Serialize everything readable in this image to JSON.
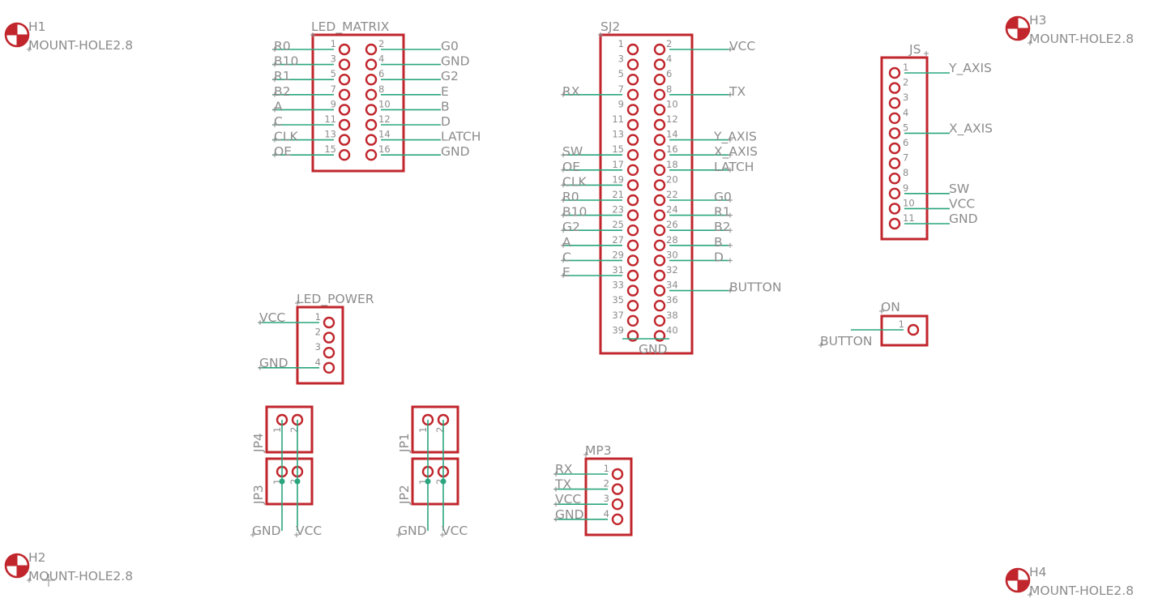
{
  "schematic": {
    "led_matrix": {
      "name": "LED_MATRIX",
      "pins": [
        {
          "num": "1",
          "net": "R0"
        },
        {
          "num": "2",
          "net": "G0"
        },
        {
          "num": "3",
          "net": "B10"
        },
        {
          "num": "4",
          "net": "GND"
        },
        {
          "num": "5",
          "net": "R1"
        },
        {
          "num": "6",
          "net": "G2"
        },
        {
          "num": "7",
          "net": "B2"
        },
        {
          "num": "8",
          "net": "E"
        },
        {
          "num": "9",
          "net": "A"
        },
        {
          "num": "10",
          "net": "B"
        },
        {
          "num": "11",
          "net": "C"
        },
        {
          "num": "12",
          "net": "D"
        },
        {
          "num": "13",
          "net": "CLK"
        },
        {
          "num": "14",
          "net": "LATCH"
        },
        {
          "num": "15",
          "net": "OE"
        },
        {
          "num": "16",
          "net": "GND"
        }
      ]
    },
    "sj2": {
      "name": "SJ2",
      "pins": [
        {
          "num": "1",
          "net": ""
        },
        {
          "num": "2",
          "net": "VCC"
        },
        {
          "num": "3",
          "net": ""
        },
        {
          "num": "4",
          "net": ""
        },
        {
          "num": "5",
          "net": ""
        },
        {
          "num": "6",
          "net": ""
        },
        {
          "num": "7",
          "net": "RX"
        },
        {
          "num": "8",
          "net": "TX"
        },
        {
          "num": "9",
          "net": ""
        },
        {
          "num": "10",
          "net": ""
        },
        {
          "num": "11",
          "net": ""
        },
        {
          "num": "12",
          "net": ""
        },
        {
          "num": "13",
          "net": ""
        },
        {
          "num": "14",
          "net": "Y_AXIS"
        },
        {
          "num": "15",
          "net": "SW"
        },
        {
          "num": "16",
          "net": "X_AXIS"
        },
        {
          "num": "17",
          "net": "OE"
        },
        {
          "num": "18",
          "net": "LATCH"
        },
        {
          "num": "19",
          "net": "CLK"
        },
        {
          "num": "20",
          "net": ""
        },
        {
          "num": "21",
          "net": "R0"
        },
        {
          "num": "22",
          "net": "G0"
        },
        {
          "num": "23",
          "net": "B10"
        },
        {
          "num": "24",
          "net": "R1"
        },
        {
          "num": "25",
          "net": "G2"
        },
        {
          "num": "26",
          "net": "B2"
        },
        {
          "num": "27",
          "net": "A"
        },
        {
          "num": "28",
          "net": "B"
        },
        {
          "num": "29",
          "net": "C"
        },
        {
          "num": "30",
          "net": "D"
        },
        {
          "num": "31",
          "net": "E"
        },
        {
          "num": "32",
          "net": ""
        },
        {
          "num": "33",
          "net": ""
        },
        {
          "num": "34",
          "net": "BUTTON"
        },
        {
          "num": "35",
          "net": ""
        },
        {
          "num": "36",
          "net": ""
        },
        {
          "num": "37",
          "net": ""
        },
        {
          "num": "38",
          "net": ""
        },
        {
          "num": "39",
          "net": ""
        },
        {
          "num": "40",
          "net": ""
        }
      ],
      "gnd_net": "GND"
    },
    "js": {
      "name": "JS",
      "pins": [
        {
          "num": "1",
          "net": "Y_AXIS"
        },
        {
          "num": "2",
          "net": ""
        },
        {
          "num": "3",
          "net": ""
        },
        {
          "num": "4",
          "net": ""
        },
        {
          "num": "5",
          "net": "X_AXIS"
        },
        {
          "num": "6",
          "net": ""
        },
        {
          "num": "7",
          "net": ""
        },
        {
          "num": "8",
          "net": ""
        },
        {
          "num": "9",
          "net": "SW"
        },
        {
          "num": "10",
          "net": "VCC"
        },
        {
          "num": "11",
          "net": "GND"
        }
      ]
    },
    "led_power": {
      "name": "LED_POWER",
      "pins": [
        {
          "num": "1",
          "net": "VCC"
        },
        {
          "num": "2",
          "net": ""
        },
        {
          "num": "3",
          "net": ""
        },
        {
          "num": "4",
          "net": "GND"
        }
      ]
    },
    "on_switch": {
      "name": "ON",
      "pins": [
        {
          "num": "1",
          "net": "BUTTON"
        }
      ]
    },
    "mp3": {
      "name": "MP3",
      "pins": [
        {
          "num": "1",
          "net": "RX"
        },
        {
          "num": "2",
          "net": "TX"
        },
        {
          "num": "3",
          "net": "VCC"
        },
        {
          "num": "4",
          "net": "GND"
        }
      ]
    },
    "jumpers": [
      {
        "name": "JP4",
        "pin1": "1",
        "pin2": "2"
      },
      {
        "name": "JP3",
        "pin1": "1",
        "pin2": "2"
      },
      {
        "name": "JP1",
        "pin1": "1",
        "pin2": "2"
      },
      {
        "name": "JP2",
        "pin1": "1",
        "pin2": "2"
      }
    ],
    "jumper_nets": {
      "left": "GND",
      "right": "VCC"
    },
    "holes": [
      {
        "name": "H1",
        "value": "MOUNT-HOLE2.8"
      },
      {
        "name": "H2",
        "value": "MOUNT-HOLE2.8"
      },
      {
        "name": "H3",
        "value": "MOUNT-HOLE2.8"
      },
      {
        "name": "H4",
        "value": "MOUNT-HOLE2.8"
      }
    ],
    "colors": {
      "part": "#c0262c",
      "wire": "#2aa57e",
      "text": "#8c8c8c"
    }
  }
}
